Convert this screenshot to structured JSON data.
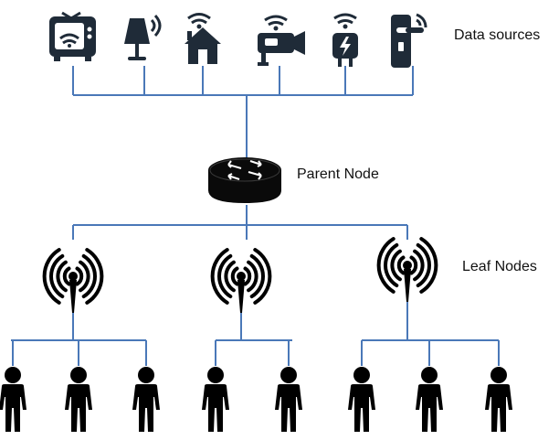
{
  "labels": {
    "data_sources": "Data sources",
    "parent_node": "Parent Node",
    "leaf_nodes": "Leaf Nodes"
  },
  "colors": {
    "line": "#4a78b8",
    "icon_dark": "#1f2b38",
    "person": "#000000",
    "router": "#0a0a0a",
    "router_arrows": "#ffffff"
  },
  "data_source_icons": [
    "smart-tv-icon",
    "smart-lamp-icon",
    "smart-home-icon",
    "security-camera-icon",
    "smart-plug-icon",
    "smart-door-lock-icon"
  ],
  "parent_node_icon": "router-icon",
  "leaf_node_icon": "wireless-antenna-icon",
  "leaf_groups": [
    {
      "users": 3
    },
    {
      "users": 2
    },
    {
      "users": 3
    }
  ]
}
